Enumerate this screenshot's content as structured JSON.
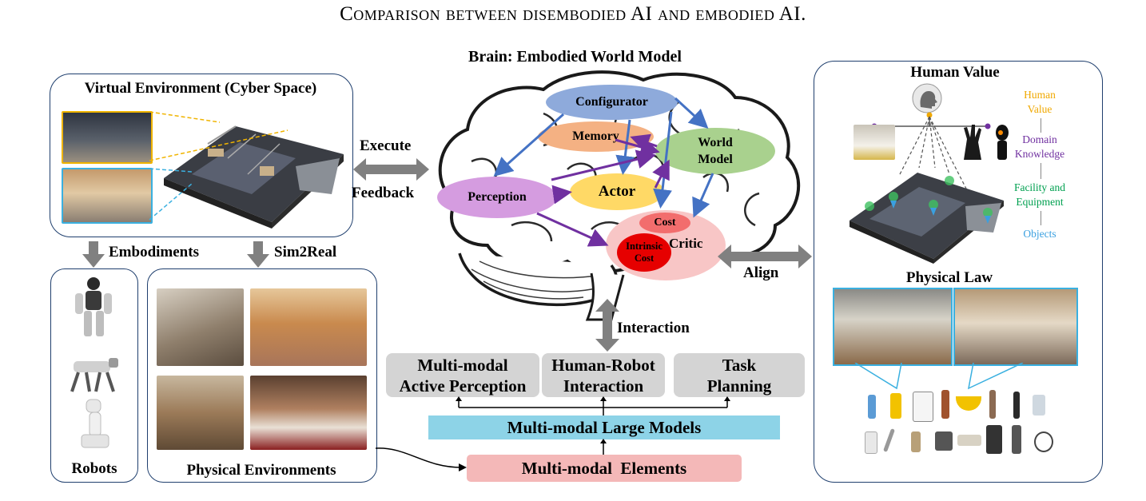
{
  "caption": "Comparison between disembodied AI and embodied AI.",
  "brain": {
    "title": "Brain: Embodied World Model",
    "configurator": "Configurator",
    "memory": "Memory",
    "world_model": [
      "World",
      "Model"
    ],
    "perception": "Perception",
    "actor": "Actor",
    "critic": "Critic",
    "cost": "Cost",
    "intrinsic_cost": [
      "Intrinsic",
      "Cost"
    ]
  },
  "left": {
    "virtual_title": "Virtual Environment (Cyber Space)",
    "embodiments": "Embodiments",
    "sim2real": "Sim2Real",
    "robots": "Robots",
    "physical_envs": "Physical Environments"
  },
  "arrows": {
    "execute": "Execute",
    "feedback": "Feedback",
    "align": "Align",
    "interaction": "Interaction"
  },
  "bottom": {
    "active_perception": [
      "Multi-modal",
      "Active Perception"
    ],
    "hri": [
      "Human-Robot",
      "Interaction"
    ],
    "task_planning": [
      "Task",
      "Planning"
    ],
    "large_models": "Multi-modal Large Models",
    "elements": "Multi-modal  Elements"
  },
  "right": {
    "human_value_title": "Human Value",
    "legend": {
      "human_value": [
        "Human",
        "Value"
      ],
      "domain_knowledge": [
        "Domain",
        "Knowledge"
      ],
      "facility": [
        "Facility and",
        "Equipment"
      ],
      "objects": "Objects"
    },
    "physical_law_title": "Physical Law"
  },
  "colors": {
    "panel_border": "#1f3f6e",
    "configurator": "#8eaadb",
    "memory": "#f4b183",
    "world_model": "#a9d18e",
    "perception": "#d59ce0",
    "actor": "#ffd966",
    "critic": "#f8c6c6",
    "cost": "#f26d6d",
    "intrinsic_cost": "#e60000",
    "large_models": "#8dd3e7",
    "elements": "#f4b8b8",
    "gray_box": "#d4d4d4",
    "legend_human_value": "#f0a800",
    "legend_domain": "#7030a0",
    "legend_facility": "#00a050",
    "legend_objects": "#3aa0e0"
  }
}
